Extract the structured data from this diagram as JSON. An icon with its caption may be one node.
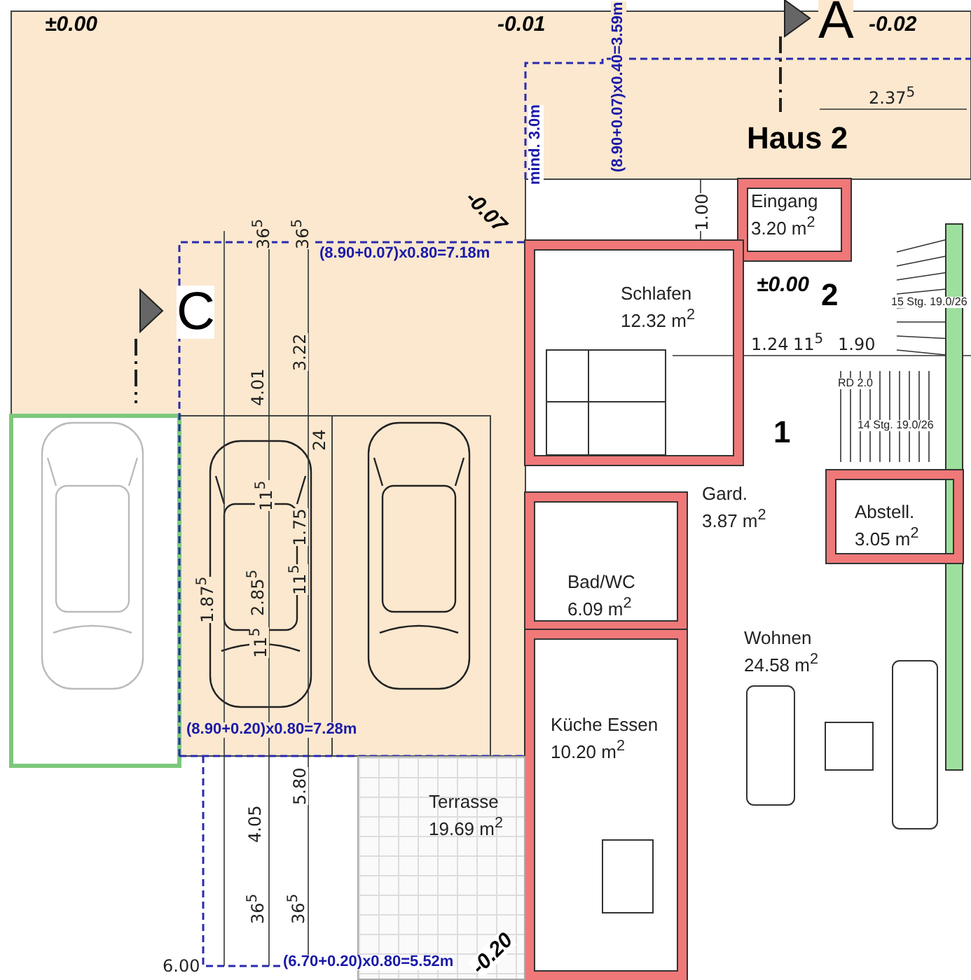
{
  "diagram": {
    "nodes": [
      {
        "text": [
          "Eingang",
          "3.20 m$^{2}$"
        ]
      },
      {
        "text": [
          "Schlafen",
          "12.32 m$^{2}$"
        ]
      },
      {
        "text": [
          "Gard.",
          "3.87 m$^{2}$"
        ]
      },
      {
        "text": [
          "Abstell.",
          "3.05 m$^{2}$"
        ]
      },
      {
        "text": [
          "Bad/WC",
          "6.09 m$^{2}$"
        ]
      },
      {
        "text": [
          "Wohnen",
          "24.58 m$^{2}$"
        ]
      },
      {
        "text": [
          "Küche Essen",
          "10.20 m$^{2}$"
        ]
      },
      {
        "text": [
          "Terrasse",
          "19.69 m$^{2}$"
        ]
      }
    ],
    "labels": [
      "±0.00",
      "-0.01",
      "A",
      "-0.02",
      "2.37$^{5}$",
      "Haus 2",
      "mind. 3.0m",
      "(8.90+0.07)x0.40=3.59m",
      "-0.07",
      "1.00",
      "36$^{5}$",
      "36$^{5}$",
      "(8.90+0.07)x0.80=7.18m",
      "C",
      "±0.00",
      "2",
      "1.24",
      "11$^{5}$",
      "1.90",
      "15 Stg. 19.0/26",
      "RD 2.0",
      "14 Stg. 19.0/26",
      "4.01",
      "3.22",
      "24",
      "11$^{5}$",
      "1.75",
      "1.87$^{5}$",
      "2.85$^{5}$",
      "11$^{5}$",
      "11$^{5}$",
      "1",
      "(8.90+0.20)x0.80=7.28m",
      "5.80",
      "4.05",
      "36$^{5}$",
      "36$^{5}$",
      "6.00",
      "(6.70+0.20)x0.80=5.52m",
      "-0.20"
    ]
  }
}
